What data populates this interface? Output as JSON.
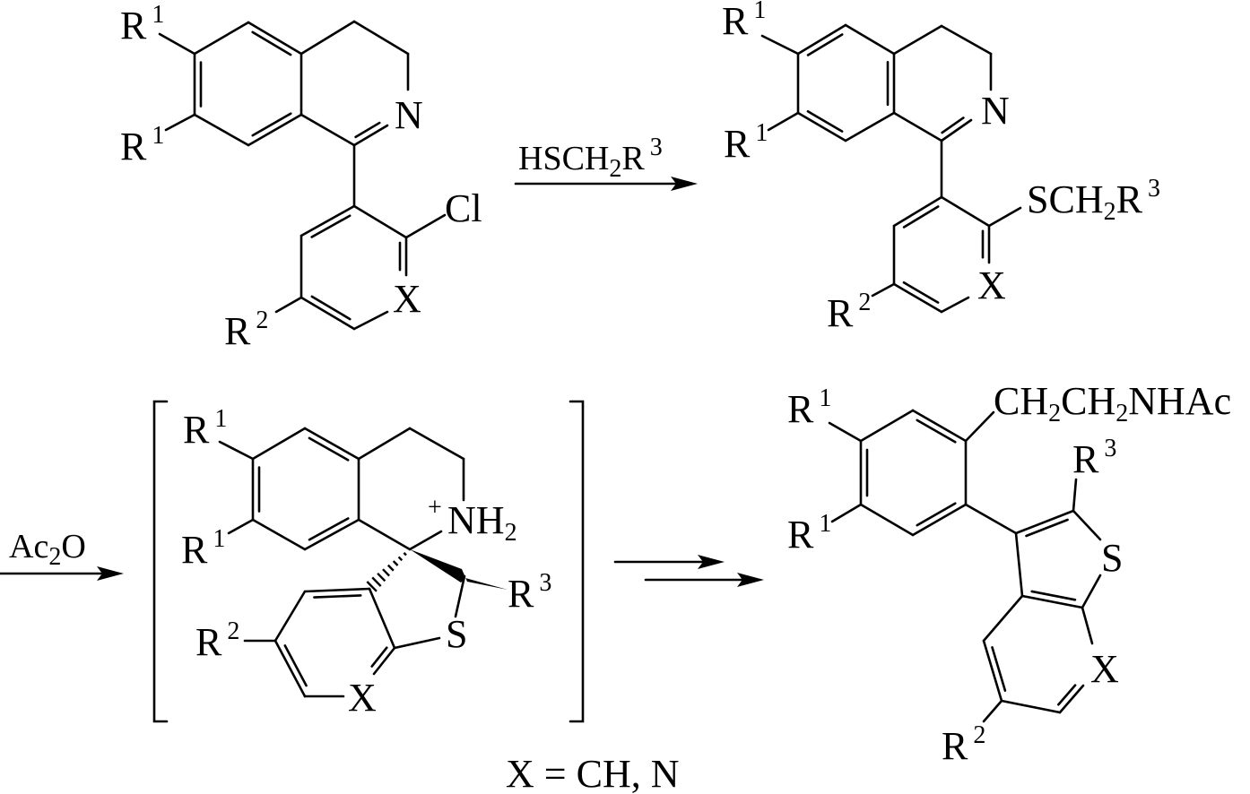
{
  "colors": {
    "ink": "#000000",
    "background": "#ffffff"
  },
  "scheme": {
    "reactant": {
      "r1_top": {
        "main": "R",
        "sup": "1"
      },
      "r1_bottom": {
        "main": "R",
        "sup": "1"
      },
      "n": "N",
      "cl": "Cl",
      "x": "X",
      "r2": {
        "main": "R",
        "sup": "2"
      }
    },
    "step1": {
      "reagent": {
        "a": "HSCH",
        "sub": "2",
        "b": "R",
        "sup": "3"
      }
    },
    "thioether": {
      "r1_top": {
        "main": "R",
        "sup": "1"
      },
      "r1_bottom": {
        "main": "R",
        "sup": "1"
      },
      "n": "N",
      "sch2r3": {
        "a": "SCH",
        "sub": "2",
        "b": "R",
        "sup": "3"
      },
      "x": "X",
      "r2": {
        "main": "R",
        "sup": "2"
      }
    },
    "step2": {
      "reagent": {
        "a": "Ac",
        "sub": "2",
        "b": "O"
      }
    },
    "intermediate": {
      "r1_top": {
        "main": "R",
        "sup": "1"
      },
      "r1_bottom": {
        "main": "R",
        "sup": "1"
      },
      "plus": "+",
      "nh2": {
        "a": "NH",
        "sub": "2"
      },
      "r3": {
        "main": "R",
        "sup": "3"
      },
      "s": "S",
      "x": "X",
      "r2": {
        "main": "R",
        "sup": "2"
      }
    },
    "product": {
      "r1_top": {
        "main": "R",
        "sup": "1"
      },
      "r1_bottom": {
        "main": "R",
        "sup": "1"
      },
      "side_chain": {
        "a": "CH",
        "sub1": "2",
        "b": "CH",
        "sub2": "2",
        "c": "NHAc"
      },
      "r3": {
        "main": "R",
        "sup": "3"
      },
      "s": "S",
      "x": "X",
      "r2": {
        "main": "R",
        "sup": "2"
      }
    },
    "footnote": "X = CH, N"
  }
}
